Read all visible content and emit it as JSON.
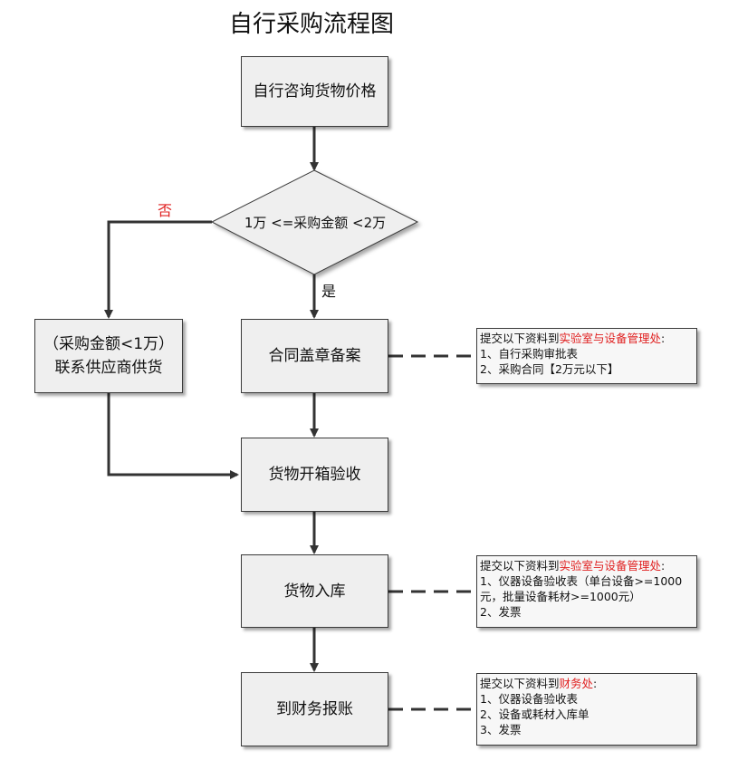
{
  "title": "自行采购流程图",
  "nodes": {
    "inquire": "自行咨询货物价格",
    "decision": "1万 <=采购金额 <2万",
    "supplier_line1": "（采购金额<1万）",
    "supplier_line2": "联系供应商供货",
    "contract": "合同盖章备案",
    "inspection": "货物开箱验收",
    "warehouse": "货物入库",
    "reimburse": "到财务报账"
  },
  "labels": {
    "no": "否",
    "yes": "是"
  },
  "notes": {
    "contract": {
      "prefix": "提交以下资料到",
      "dept": "实验室与设备管理处",
      "suffix": ":",
      "items": [
        "1、自行采购审批表",
        "2、采购合同【2万元以下】"
      ]
    },
    "warehouse": {
      "prefix": "提交以下资料到",
      "dept": "实验室与设备管理处",
      "suffix": ":",
      "items": [
        "1、仪器设备验收表（单台设备>=1000",
        "元，批量设备耗材>=1000元）",
        "2、发票"
      ]
    },
    "reimburse": {
      "prefix": "提交以下资料到",
      "dept": "财务处",
      "suffix": ":",
      "items": [
        "1、仪器设备验收表",
        "2、设备或耗材入库单",
        "3、发票"
      ]
    }
  },
  "colors": {
    "highlight": "#e02020",
    "box_fill": "#efefef",
    "line": "#3a3a3a"
  }
}
